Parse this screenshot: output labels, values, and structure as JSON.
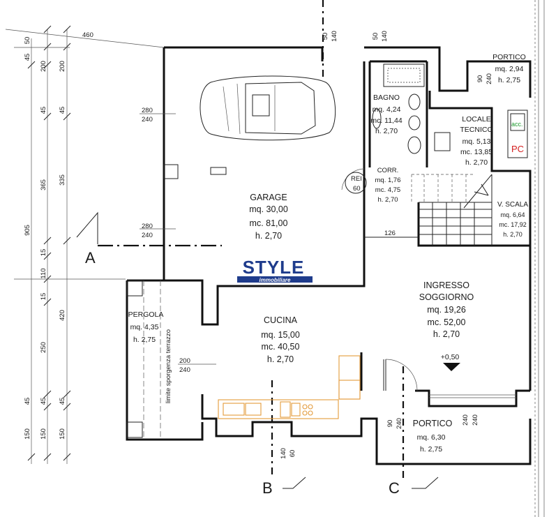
{
  "garage": {
    "name": "GARAGE",
    "area": "mq. 30,00",
    "volume": "mc. 81,00",
    "height": "h. 2,70"
  },
  "bagno": {
    "name": "BAGNO",
    "area": "mq. 4,24",
    "volume": "mc. 11,44",
    "height": "h. 2,70"
  },
  "portico_top": {
    "name": "PORTICO",
    "area": "mq. 2,94",
    "height": "h. 2,75"
  },
  "locale_tecnico": {
    "name_1": "LOCALE",
    "name_2": "TECNICO",
    "area": "mq. 5,13",
    "volume": "mc. 13,85",
    "height": "h. 2,70"
  },
  "corridoio": {
    "name": "CORR.",
    "area": "mq. 1,76",
    "volume": "mc. 4,75",
    "height": "h. 2,70"
  },
  "vano_scala": {
    "name": "V. SCALA",
    "area": "mq. 6,64",
    "volume": "mc. 17,92",
    "height": "h. 2,70"
  },
  "ingresso": {
    "name_1": "INGRESSO",
    "name_2": "SOGGIORNO",
    "area": "mq. 19,26",
    "volume": "mc. 52,00",
    "height": "h. 2,70"
  },
  "cucina": {
    "name": "CUCINA",
    "area": "mq. 15,00",
    "volume": "mc. 40,50",
    "height": "h. 2,70"
  },
  "pergola": {
    "name": "PERGOLA",
    "area": "mq. 4,35",
    "height": "h. 2,75"
  },
  "portico_bottom": {
    "name": "PORTICO",
    "area": "mq. 6,30",
    "height": "h. 2,75"
  },
  "labels": {
    "rei_door": "REI",
    "rei_value": "60",
    "limite": "limite sporgenza terrazzo",
    "level": "+0,50",
    "acc": "acc.",
    "pc": "PC",
    "dim_126": "126",
    "dim_460": "460"
  },
  "sections": {
    "a": "A",
    "b": "B",
    "c": "C"
  },
  "logo": {
    "brand": "STYLE",
    "sub": "immobiliare"
  },
  "dims_left_outer": [
    "905"
  ],
  "dims_left_mid": [
    "50",
    "45",
    "365",
    "15",
    "110",
    "15",
    "250",
    "45",
    "150"
  ],
  "dims_left_inner": [
    "200",
    "45",
    "335",
    "420",
    "45",
    "150"
  ],
  "dims_top": {
    "d1": "50",
    "d2": "140",
    "d3": "50",
    "d4": "140",
    "d5": "90",
    "d6": "240"
  },
  "dims_windows": {
    "garage_1a": "280",
    "garage_1b": "240",
    "garage_2a": "280",
    "garage_2b": "240",
    "cucina_a": "200",
    "cucina_b": "240",
    "bottom_a": "140",
    "bottom_b": "60",
    "portico_a": "90",
    "portico_b": "240",
    "soggiorno_a": "240",
    "soggiorno_b": "240"
  },
  "colors": {
    "accent_green": "#1e9a2e",
    "accent_red": "#d42020",
    "kitchen": "#e39a3a",
    "logo_blue": "#1f3c8c"
  }
}
